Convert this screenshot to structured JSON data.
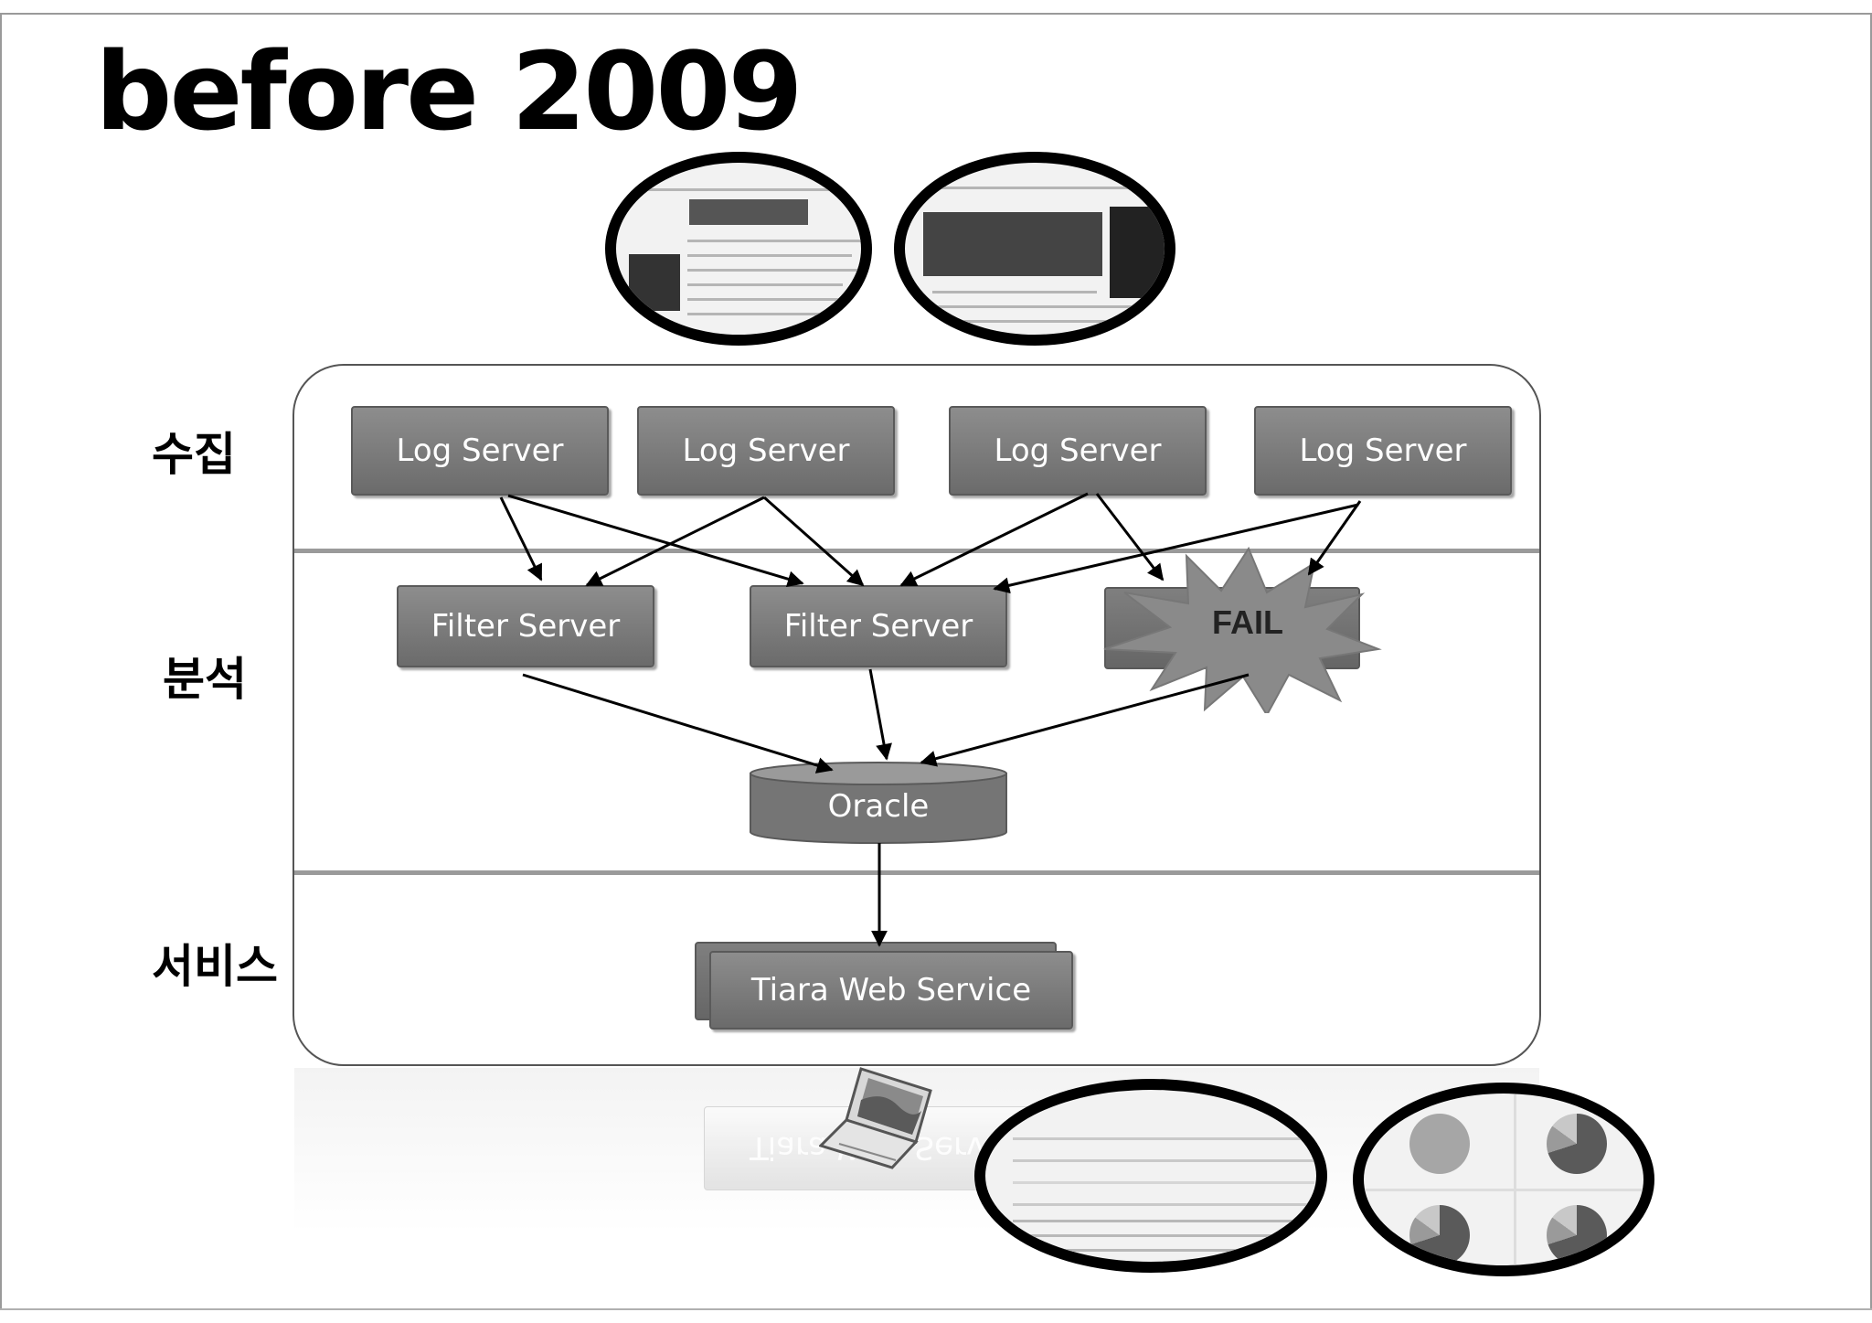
{
  "slide": {
    "title": "before 2009"
  },
  "sections": {
    "collect": "수집",
    "analyze": "분석",
    "service": "서비스"
  },
  "collect_layer": {
    "log_servers": [
      "Log Server",
      "Log Server",
      "Log Server",
      "Log Server"
    ]
  },
  "analyze_layer": {
    "filter_servers": [
      "Filter Server",
      "Filter Server"
    ],
    "failed_node_label": "FAIL",
    "database_label": "Oracle"
  },
  "service_layer": {
    "web_service_label": "Tiara Web Service",
    "reflection_text": "Tiara Web Service"
  },
  "colors": {
    "node_fill": "#7a7a7a",
    "node_border": "#5a5a5a",
    "divider": "#9a9a9a",
    "outline": "#000000",
    "fail_burst": "#8a8a8a"
  },
  "icons": {
    "laptop": "laptop-icon",
    "portal_screenshots": "webpage-thumbnail",
    "report_screenshots": "report-thumbnail"
  }
}
